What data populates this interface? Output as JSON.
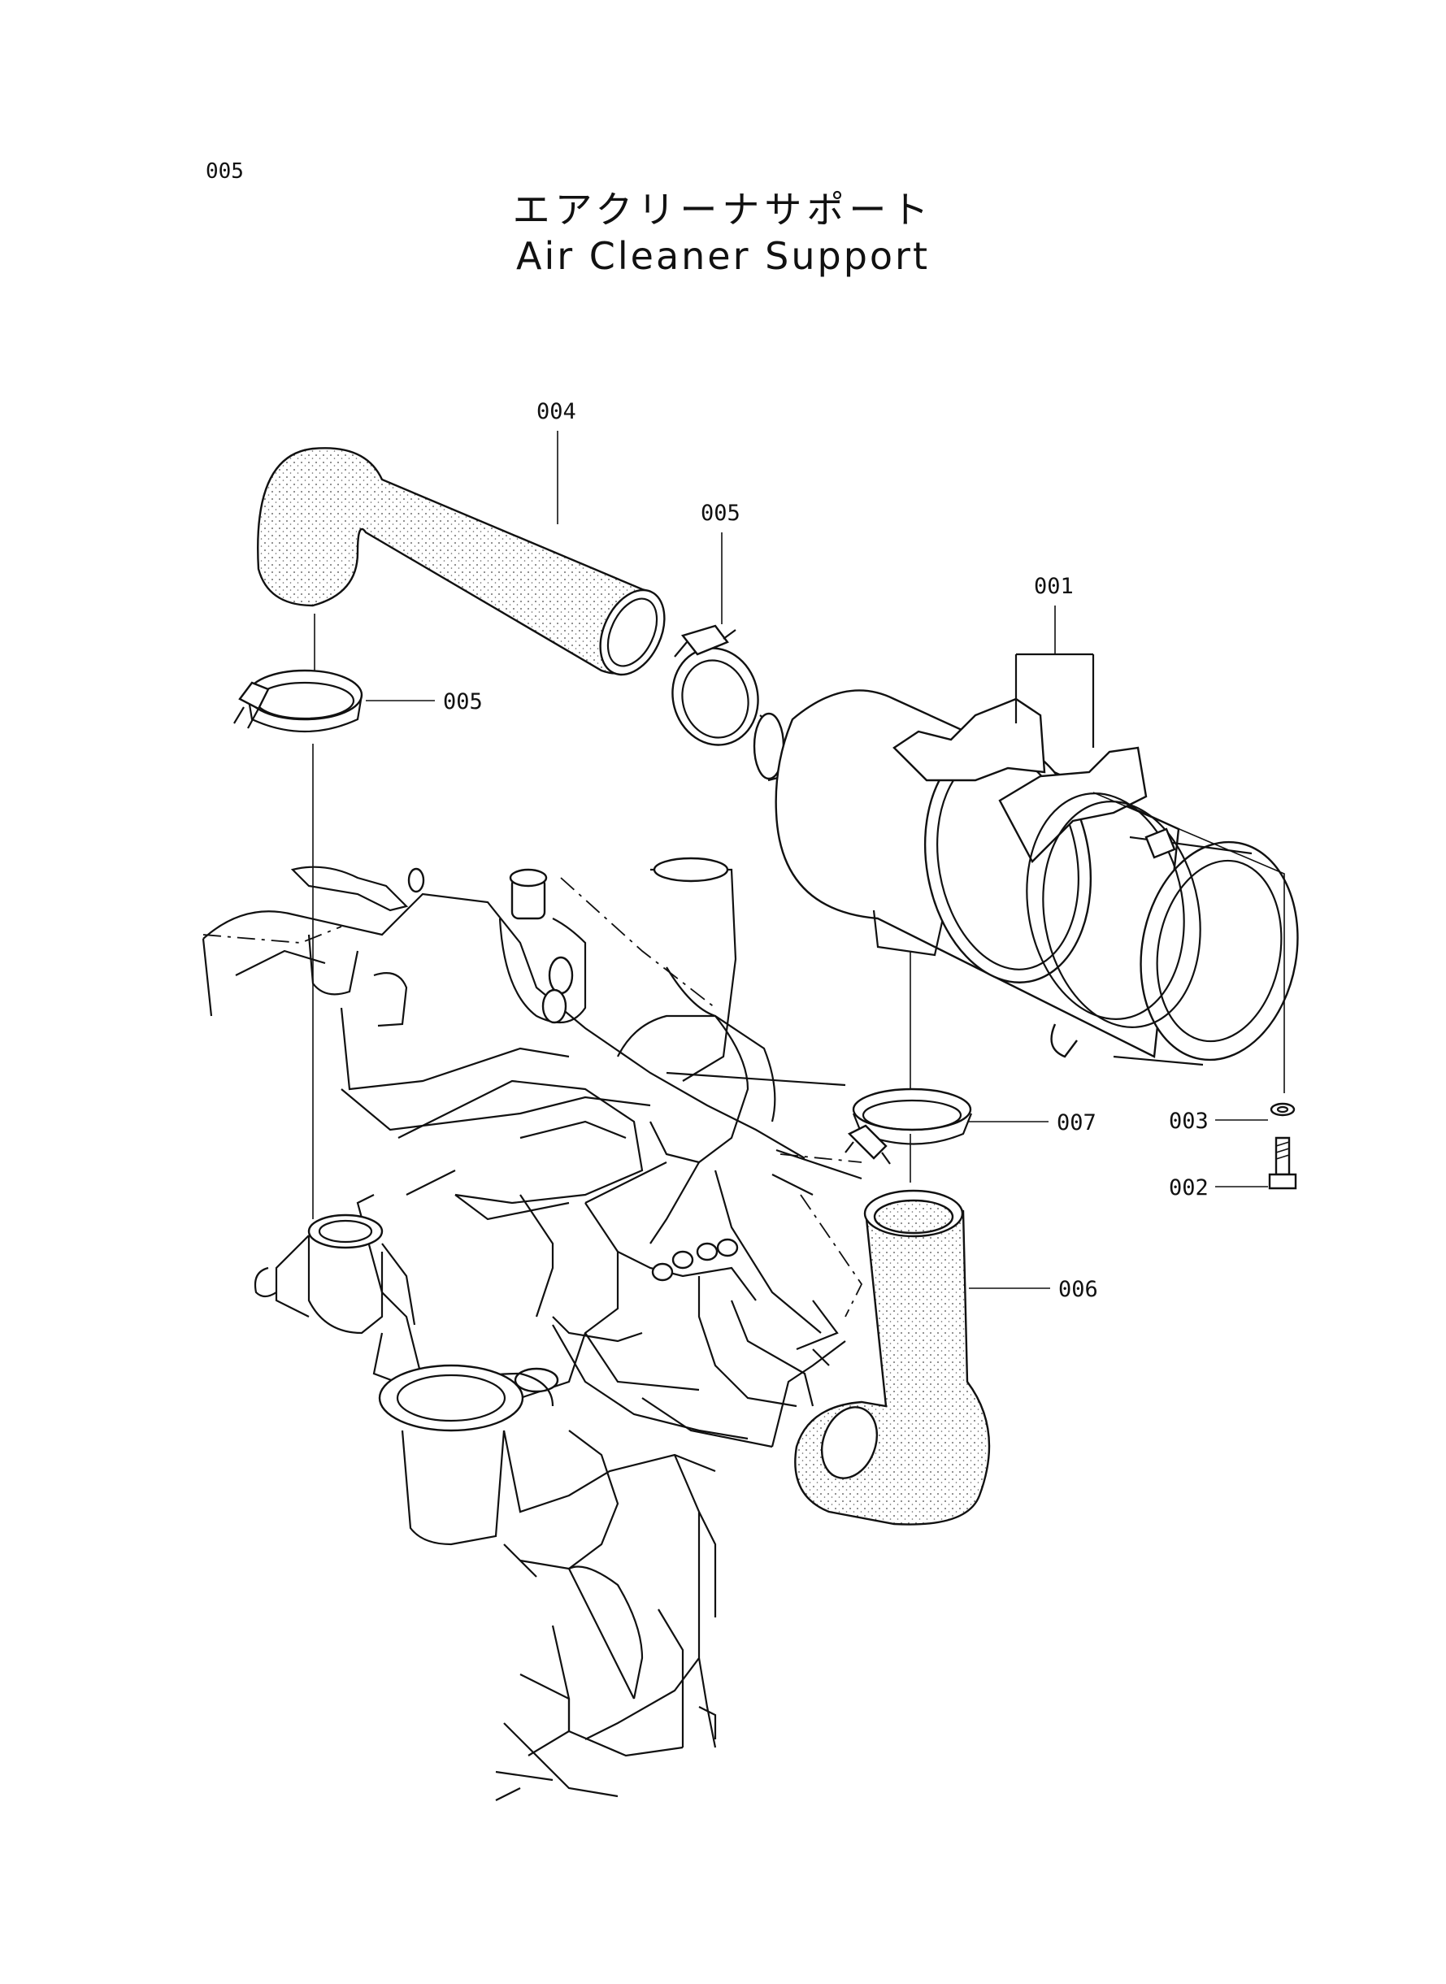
{
  "page_number": "005",
  "title_jp": "エアクリーナサポート",
  "title_en": "Air Cleaner Support",
  "callouts": {
    "p001": "001",
    "p002": "002",
    "p003": "003",
    "p004": "004",
    "p005a": "005",
    "p005b": "005",
    "p006": "006",
    "p007": "007"
  }
}
